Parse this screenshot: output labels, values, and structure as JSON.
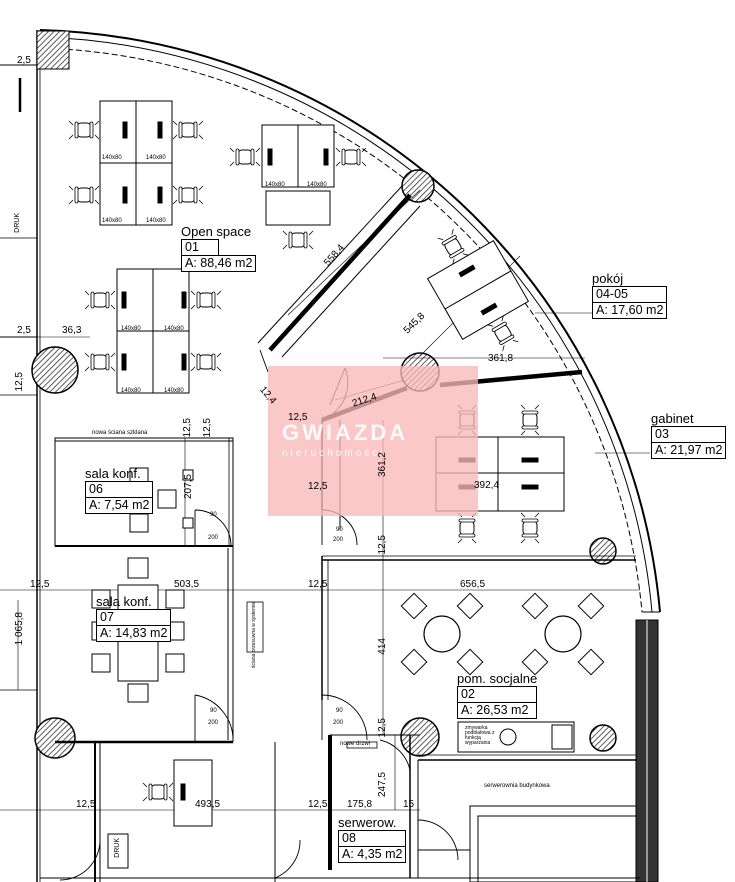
{
  "watermark": {
    "title": "GWIAZDA",
    "subtitle": "nieruchomości"
  },
  "rooms": [
    {
      "name": "Open space",
      "number": "01",
      "area": "A: 88,46 m2"
    },
    {
      "name": "pokój",
      "number": "04-05",
      "area": "A: 17,60 m2"
    },
    {
      "name": "gabinet",
      "number": "03",
      "area": "A: 21,97 m2"
    },
    {
      "name": "sala konf.",
      "number": "06",
      "area": "A: 7,54 m2"
    },
    {
      "name": "sala konf.",
      "number": "07",
      "area": "A: 14,83 m2"
    },
    {
      "name": "pom. socjalne",
      "number": "02",
      "area": "A: 26,53 m2"
    },
    {
      "name": "serwerow.",
      "number": "08",
      "area": "A: 4,35 m2"
    }
  ],
  "dimensions": {
    "d2_5_top": "2,5",
    "d2_5_mid": "2,5",
    "d36_3": "36,3",
    "d12_5_a": "12,5",
    "d558_4": "558,4",
    "d545_8": "545,8",
    "d361_8": "361,8",
    "d212_4": "212,4",
    "d12_4": "12,4",
    "d12_5_b": "12,5",
    "d12_5_c": "12,5",
    "d12_5_d": "12,5",
    "d207_5": "207,5",
    "d361_2": "361,2",
    "d12_5_e": "12,5",
    "d392_4": "392,4",
    "d12_5_f": "12,5",
    "d503_5": "503,5",
    "d12_5_g": "12,5",
    "d656_5": "656,5",
    "d1065_8": "1 065,8",
    "d414": "414",
    "d12_5_h": "12,5",
    "d247_5": "247,5",
    "d12_5_i": "12,5",
    "d493_5": "493,5",
    "d12_5_j": "12,5",
    "d175_8": "175,8",
    "d15": "15",
    "d90_a": "90",
    "d200_a": "200"
  },
  "labels": {
    "druk1": "DRUK",
    "druk2": "DRUK",
    "glass_wall": "nowa ściana szklana",
    "new_door": "nowe drzwi",
    "server_room": "serwerownia budynkowa",
    "folding_wall": "ściana przesuwna w systemie",
    "sink_note": "zmywarka podblatowa z funkcją wyparzania",
    "desk_size": "140x80"
  },
  "colors": {
    "line": "#000000",
    "hatch": "#444444",
    "watermark": "#f8b9b9"
  }
}
